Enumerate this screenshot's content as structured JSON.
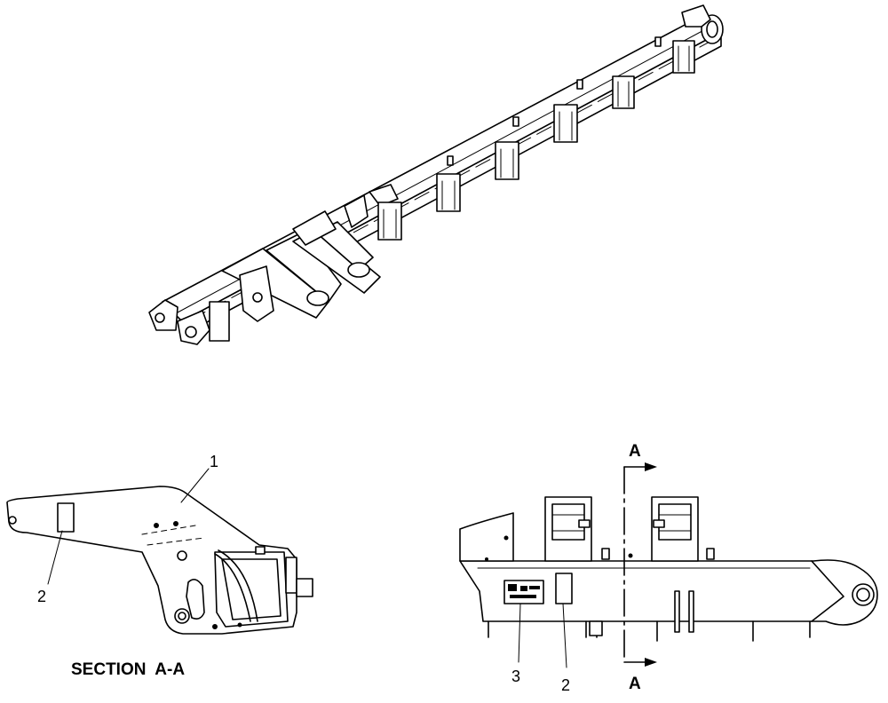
{
  "callouts": {
    "section_part_1": "1",
    "section_label_2": "2",
    "front_label_3": "3",
    "front_label_2": "2"
  },
  "section_marker": {
    "top_letter": "A",
    "bottom_letter": "A"
  },
  "section_title": "SECTION  A-A"
}
